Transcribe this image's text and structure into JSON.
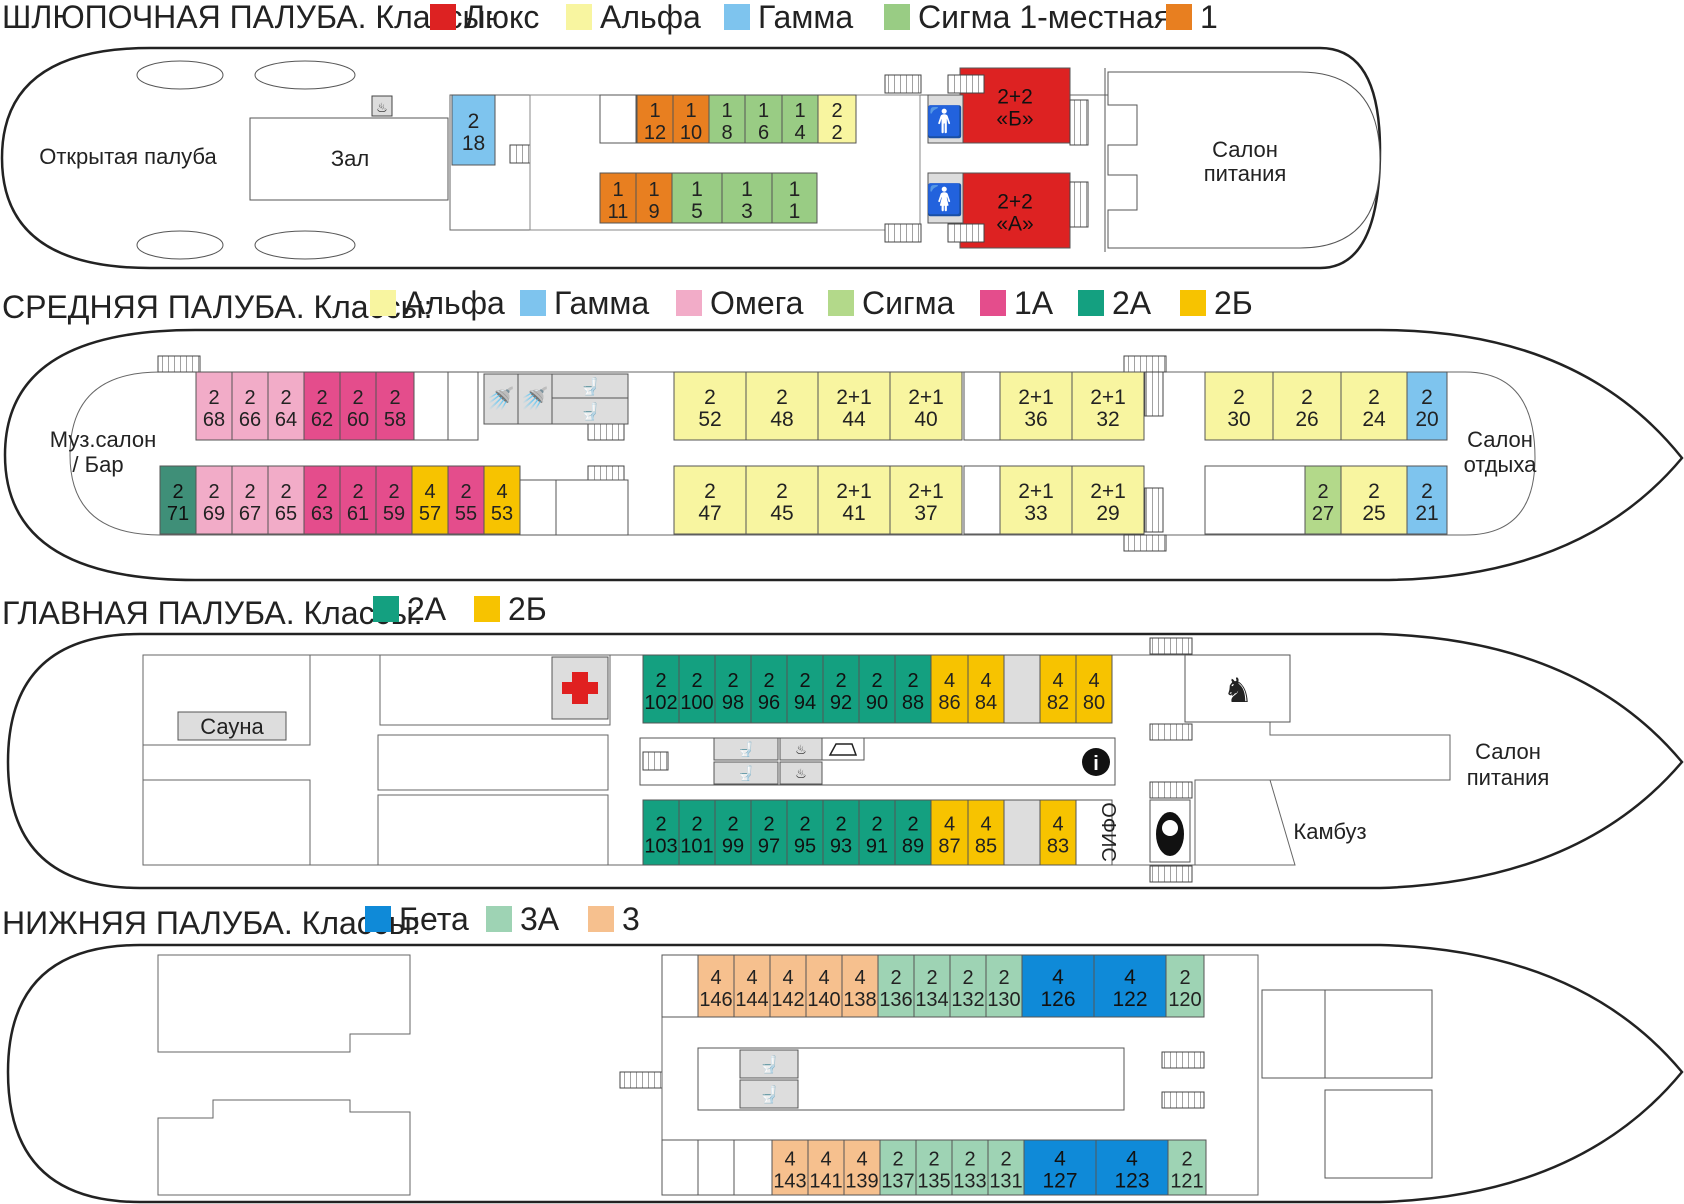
{
  "decks": [
    {
      "id": "boat",
      "title": "ШЛЮПОЧНАЯ ПАЛУБА. Классы:",
      "legend": [
        {
          "label": "Люкс",
          "color": "#dd2222"
        },
        {
          "label": "Альфа",
          "color": "#f8f5a0"
        },
        {
          "label": "Гамма",
          "color": "#7ec4ee"
        },
        {
          "label": "Сигма 1-местная",
          "color": "#99cc84"
        },
        {
          "label": "1",
          "color": "#e87f20"
        }
      ],
      "areas": [
        "Открытая палуба",
        "Зал",
        "Салон",
        "питания"
      ],
      "cabins_top": [
        {
          "beds": "2",
          "num": "18",
          "cls": "gamma"
        },
        {
          "beds": "1",
          "num": "12",
          "cls": "one"
        },
        {
          "beds": "1",
          "num": "10",
          "cls": "one"
        },
        {
          "beds": "1",
          "num": "8",
          "cls": "sigma1"
        },
        {
          "beds": "1",
          "num": "6",
          "cls": "sigma1"
        },
        {
          "beds": "1",
          "num": "4",
          "cls": "sigma1"
        },
        {
          "beds": "2",
          "num": "2",
          "cls": "alfa"
        },
        {
          "beds": "2+2",
          "num": "«Б»",
          "cls": "lux"
        }
      ],
      "cabins_bottom": [
        {
          "beds": "1",
          "num": "11",
          "cls": "one"
        },
        {
          "beds": "1",
          "num": "9",
          "cls": "one"
        },
        {
          "beds": "1",
          "num": "5",
          "cls": "sigma1"
        },
        {
          "beds": "1",
          "num": "3",
          "cls": "sigma1"
        },
        {
          "beds": "1",
          "num": "1",
          "cls": "sigma1"
        },
        {
          "beds": "2+2",
          "num": "«А»",
          "cls": "lux"
        }
      ]
    },
    {
      "id": "middle",
      "title": "СРЕДНЯЯ ПАЛУБА. Классы:",
      "legend": [
        {
          "label": "Альфа",
          "color": "#f8f5a0"
        },
        {
          "label": "Гамма",
          "color": "#7ec4ee"
        },
        {
          "label": "Омега",
          "color": "#f2acc8"
        },
        {
          "label": "Сигма",
          "color": "#b3d98a"
        },
        {
          "label": "1А",
          "color": "#e44d8c"
        },
        {
          "label": "2А",
          "color": "#14a080"
        },
        {
          "label": "2Б",
          "color": "#f7c300"
        }
      ],
      "areas": [
        "Муз.салон",
        "/ Бар",
        "Салон",
        "отдыха"
      ],
      "cabins_top": [
        {
          "beds": "2",
          "num": "68",
          "cls": "omega"
        },
        {
          "beds": "2",
          "num": "66",
          "cls": "omega"
        },
        {
          "beds": "2",
          "num": "64",
          "cls": "omega"
        },
        {
          "beds": "2",
          "num": "62",
          "cls": "c1a"
        },
        {
          "beds": "2",
          "num": "60",
          "cls": "c1a"
        },
        {
          "beds": "2",
          "num": "58",
          "cls": "c1a"
        },
        {
          "beds": "2",
          "num": "52",
          "cls": "alfa"
        },
        {
          "beds": "2",
          "num": "48",
          "cls": "alfa"
        },
        {
          "beds": "2+1",
          "num": "44",
          "cls": "alfa"
        },
        {
          "beds": "2+1",
          "num": "40",
          "cls": "alfa"
        },
        {
          "beds": "2+1",
          "num": "36",
          "cls": "alfa"
        },
        {
          "beds": "2+1",
          "num": "32",
          "cls": "alfa"
        },
        {
          "beds": "2",
          "num": "30",
          "cls": "alfa"
        },
        {
          "beds": "2",
          "num": "26",
          "cls": "alfa"
        },
        {
          "beds": "2",
          "num": "24",
          "cls": "alfa"
        },
        {
          "beds": "2",
          "num": "20",
          "cls": "gamma"
        }
      ],
      "cabins_bottom": [
        {
          "beds": "2",
          "num": "71",
          "cls": "c2a_dark"
        },
        {
          "beds": "2",
          "num": "69",
          "cls": "omega"
        },
        {
          "beds": "2",
          "num": "67",
          "cls": "omega"
        },
        {
          "beds": "2",
          "num": "65",
          "cls": "omega"
        },
        {
          "beds": "2",
          "num": "63",
          "cls": "c1a"
        },
        {
          "beds": "2",
          "num": "61",
          "cls": "c1a"
        },
        {
          "beds": "2",
          "num": "59",
          "cls": "c1a"
        },
        {
          "beds": "4",
          "num": "57",
          "cls": "c2b"
        },
        {
          "beds": "2",
          "num": "55",
          "cls": "c1a"
        },
        {
          "beds": "4",
          "num": "53",
          "cls": "c2b"
        },
        {
          "beds": "2",
          "num": "47",
          "cls": "alfa"
        },
        {
          "beds": "2",
          "num": "45",
          "cls": "alfa"
        },
        {
          "beds": "2+1",
          "num": "41",
          "cls": "alfa"
        },
        {
          "beds": "2+1",
          "num": "37",
          "cls": "alfa"
        },
        {
          "beds": "2+1",
          "num": "33",
          "cls": "alfa"
        },
        {
          "beds": "2+1",
          "num": "29",
          "cls": "alfa"
        },
        {
          "beds": "2",
          "num": "27",
          "cls": "sigma"
        },
        {
          "beds": "2",
          "num": "25",
          "cls": "alfa"
        },
        {
          "beds": "2",
          "num": "21",
          "cls": "gamma"
        }
      ]
    },
    {
      "id": "main",
      "title": "ГЛАВНАЯ ПАЛУБА. Классы:",
      "legend": [
        {
          "label": "2А",
          "color": "#14a080"
        },
        {
          "label": "2Б",
          "color": "#f7c300"
        }
      ],
      "areas": [
        "Сауна",
        "Салон",
        "питания",
        "Камбуз",
        "ОФИС"
      ],
      "cabins_top": [
        {
          "beds": "2",
          "num": "102",
          "cls": "c2a"
        },
        {
          "beds": "2",
          "num": "100",
          "cls": "c2a"
        },
        {
          "beds": "2",
          "num": "98",
          "cls": "c2a"
        },
        {
          "beds": "2",
          "num": "96",
          "cls": "c2a"
        },
        {
          "beds": "2",
          "num": "94",
          "cls": "c2a"
        },
        {
          "beds": "2",
          "num": "92",
          "cls": "c2a"
        },
        {
          "beds": "2",
          "num": "90",
          "cls": "c2a"
        },
        {
          "beds": "2",
          "num": "88",
          "cls": "c2a"
        },
        {
          "beds": "4",
          "num": "86",
          "cls": "c2b"
        },
        {
          "beds": "4",
          "num": "84",
          "cls": "c2b"
        },
        {
          "beds": "4",
          "num": "82",
          "cls": "c2b"
        },
        {
          "beds": "4",
          "num": "80",
          "cls": "c2b"
        }
      ],
      "cabins_bottom": [
        {
          "beds": "2",
          "num": "103",
          "cls": "c2a"
        },
        {
          "beds": "2",
          "num": "101",
          "cls": "c2a"
        },
        {
          "beds": "2",
          "num": "99",
          "cls": "c2a"
        },
        {
          "beds": "2",
          "num": "97",
          "cls": "c2a"
        },
        {
          "beds": "2",
          "num": "95",
          "cls": "c2a"
        },
        {
          "beds": "2",
          "num": "93",
          "cls": "c2a"
        },
        {
          "beds": "2",
          "num": "91",
          "cls": "c2a"
        },
        {
          "beds": "2",
          "num": "89",
          "cls": "c2a"
        },
        {
          "beds": "4",
          "num": "87",
          "cls": "c2b"
        },
        {
          "beds": "4",
          "num": "85",
          "cls": "c2b"
        },
        {
          "beds": "4",
          "num": "83",
          "cls": "c2b"
        }
      ]
    },
    {
      "id": "lower",
      "title": "НИЖНЯЯ ПАЛУБА. Классы:",
      "legend": [
        {
          "label": "Бета",
          "color": "#0f8ad8"
        },
        {
          "label": "3А",
          "color": "#9ed3b4"
        },
        {
          "label": "3",
          "color": "#f6c08e"
        }
      ],
      "areas": [],
      "cabins_top": [
        {
          "beds": "4",
          "num": "146",
          "cls": "c3"
        },
        {
          "beds": "4",
          "num": "144",
          "cls": "c3"
        },
        {
          "beds": "4",
          "num": "142",
          "cls": "c3"
        },
        {
          "beds": "4",
          "num": "140",
          "cls": "c3"
        },
        {
          "beds": "4",
          "num": "138",
          "cls": "c3"
        },
        {
          "beds": "2",
          "num": "136",
          "cls": "c3a"
        },
        {
          "beds": "2",
          "num": "134",
          "cls": "c3a"
        },
        {
          "beds": "2",
          "num": "132",
          "cls": "c3a"
        },
        {
          "beds": "2",
          "num": "130",
          "cls": "c3a"
        },
        {
          "beds": "4",
          "num": "126",
          "cls": "beta"
        },
        {
          "beds": "4",
          "num": "122",
          "cls": "beta"
        },
        {
          "beds": "2",
          "num": "120",
          "cls": "c3a"
        }
      ],
      "cabins_bottom": [
        {
          "beds": "4",
          "num": "143",
          "cls": "c3"
        },
        {
          "beds": "4",
          "num": "141",
          "cls": "c3"
        },
        {
          "beds": "4",
          "num": "139",
          "cls": "c3"
        },
        {
          "beds": "2",
          "num": "137",
          "cls": "c3a"
        },
        {
          "beds": "2",
          "num": "135",
          "cls": "c3a"
        },
        {
          "beds": "2",
          "num": "133",
          "cls": "c3a"
        },
        {
          "beds": "2",
          "num": "131",
          "cls": "c3a"
        },
        {
          "beds": "4",
          "num": "127",
          "cls": "beta"
        },
        {
          "beds": "4",
          "num": "123",
          "cls": "beta"
        },
        {
          "beds": "2",
          "num": "121",
          "cls": "c3a"
        }
      ]
    }
  ],
  "class_colors": {
    "lux": "#dd2222",
    "alfa": "#f8f5a0",
    "gamma": "#7ec4ee",
    "sigma1": "#99cc84",
    "one": "#e87f20",
    "omega": "#f2acc8",
    "sigma": "#b3d98a",
    "c1a": "#e44d8c",
    "c2a": "#14a080",
    "c2a_dark": "#3f8f78",
    "c2b": "#f7c300",
    "beta": "#0f8ad8",
    "c3a": "#9ed3b4",
    "c3": "#f6c08e"
  },
  "icons": [
    "shower-icon",
    "toilet-icon",
    "man-wc-icon",
    "woman-wc-icon",
    "first-aid-icon",
    "info-icon",
    "iron-icon",
    "rocking-horse-icon",
    "matryoshka-icon",
    "stairs-icon"
  ]
}
